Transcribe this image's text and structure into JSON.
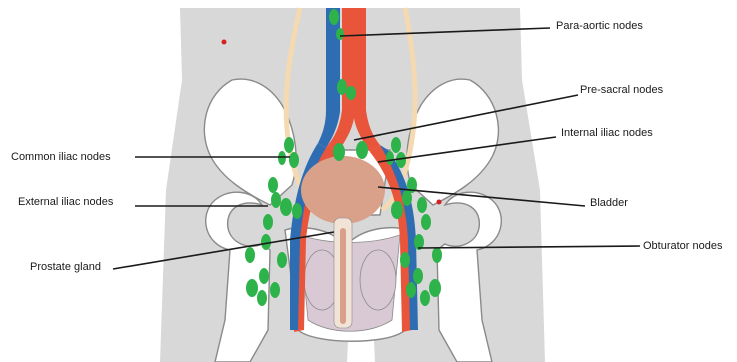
{
  "labels": {
    "para_aortic": "Para-aortic nodes",
    "pre_sacral": "Pre-sacral nodes",
    "internal_iliac": "Internal iliac nodes",
    "common_iliac": "Common iliac nodes",
    "external_iliac": "External iliac nodes",
    "bladder": "Bladder",
    "obturator": "Obturator nodes",
    "prostate": "Prostate gland"
  },
  "colors": {
    "body_silhouette": "#d8d8d8",
    "bone_outline": "#8a8a8a",
    "bone_fill": "#ffffff",
    "artery": "#e8553a",
    "vein": "#2f6db3",
    "lymph_node": "#2db34a",
    "bladder": "#d9a08a",
    "prostate": "#f1e4d6",
    "pelvic_floor": "#d9c9d4",
    "ureter": "#f5d9b0",
    "marker_dot": "#d62020",
    "leader_line": "#1a1a1a"
  },
  "icons": {
    "node": "lymph-node-blob",
    "marker": "red-dot"
  }
}
